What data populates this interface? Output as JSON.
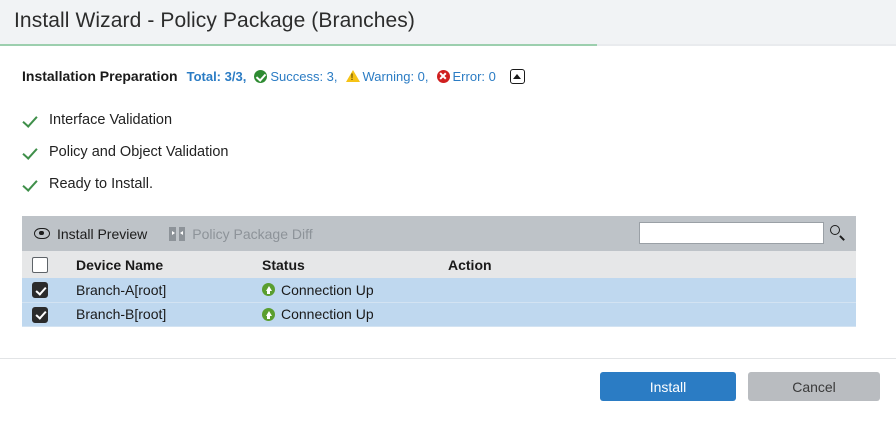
{
  "window": {
    "title": "Install Wizard - Policy Package (Branches)"
  },
  "summary": {
    "title": "Installation Preparation",
    "total_label": "Total: 3/3,",
    "success_label": "Success: 3,",
    "warning_label": "Warning: 0,",
    "error_label": "Error: 0",
    "collapse_title": "Collapse",
    "accent_link": "#2b7cc4",
    "success_color": "#2e8b32",
    "warning_color": "#f6c316",
    "error_color": "#d01f1f"
  },
  "checklist": [
    {
      "label": "Interface Validation"
    },
    {
      "label": "Policy and Object Validation"
    },
    {
      "label": "Ready to Install."
    }
  ],
  "panel": {
    "tabs": [
      {
        "label": "Install Preview",
        "icon": "eye-icon",
        "active": true
      },
      {
        "label": "Policy Package Diff",
        "icon": "diff-icon",
        "active": false
      }
    ],
    "search": {
      "value": "",
      "placeholder": ""
    },
    "table": {
      "columns": [
        "Device Name",
        "Status",
        "Action"
      ],
      "header_checkbox_checked": false,
      "rows": [
        {
          "checked": true,
          "device_name": "Branch-A[root]",
          "status": "Connection Up",
          "status_icon": "connection-up-icon",
          "action": ""
        },
        {
          "checked": true,
          "device_name": "Branch-B[root]",
          "status": "Connection Up",
          "status_icon": "connection-up-icon",
          "action": ""
        }
      ]
    }
  },
  "footer": {
    "install_label": "Install",
    "cancel_label": "Cancel",
    "install_color": "#2b7cc4",
    "cancel_color": "#b9bcc0"
  }
}
